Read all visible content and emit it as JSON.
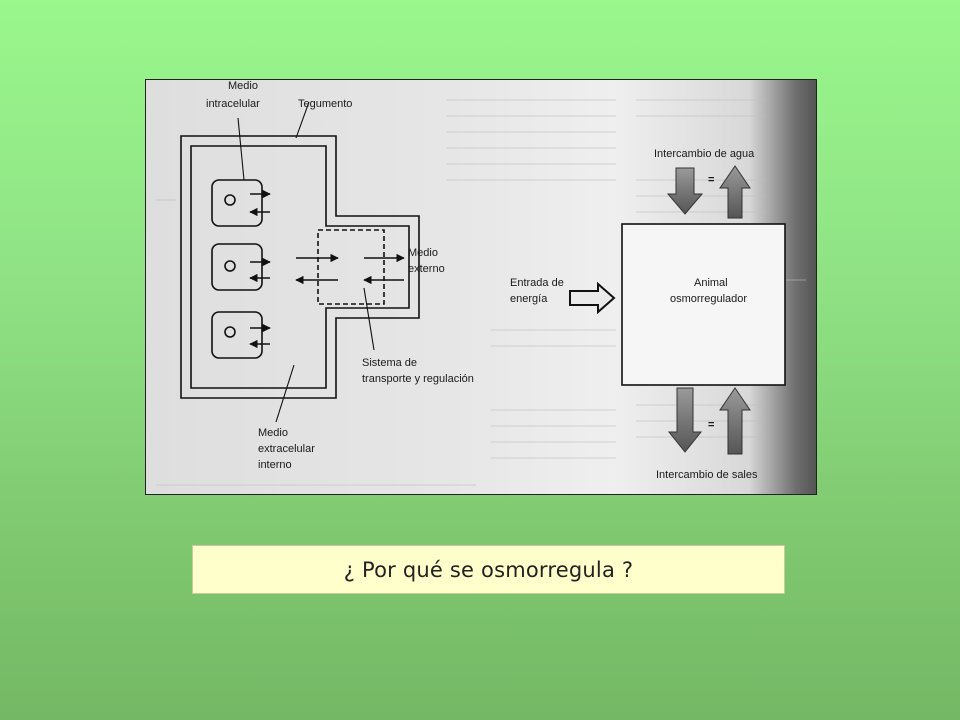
{
  "slide": {
    "title": "¿ Por qué se osmorregula ?"
  },
  "figure": {
    "left": {
      "medio_intracelular": [
        "Medio",
        "intracelular"
      ],
      "tegumento": "Tegumento",
      "medio_externo": [
        "Medio",
        "externo"
      ],
      "sistema": [
        "Sistema de",
        "transporte y regulación"
      ],
      "medio_extracelular": [
        "Medio",
        "extracelular",
        "interno"
      ]
    },
    "right": {
      "intercambio_agua": "Intercambio de agua",
      "equals_top": "=",
      "entrada": [
        "Entrada de",
        "energía"
      ],
      "animal": [
        "Animal",
        "osmorregulador"
      ],
      "equals_bottom": "=",
      "intercambio_sales": "Intercambio de sales"
    }
  },
  "colors": {
    "background_top": "#99f78c",
    "background_bottom": "#74b865",
    "title_box": "#ffffcc"
  }
}
